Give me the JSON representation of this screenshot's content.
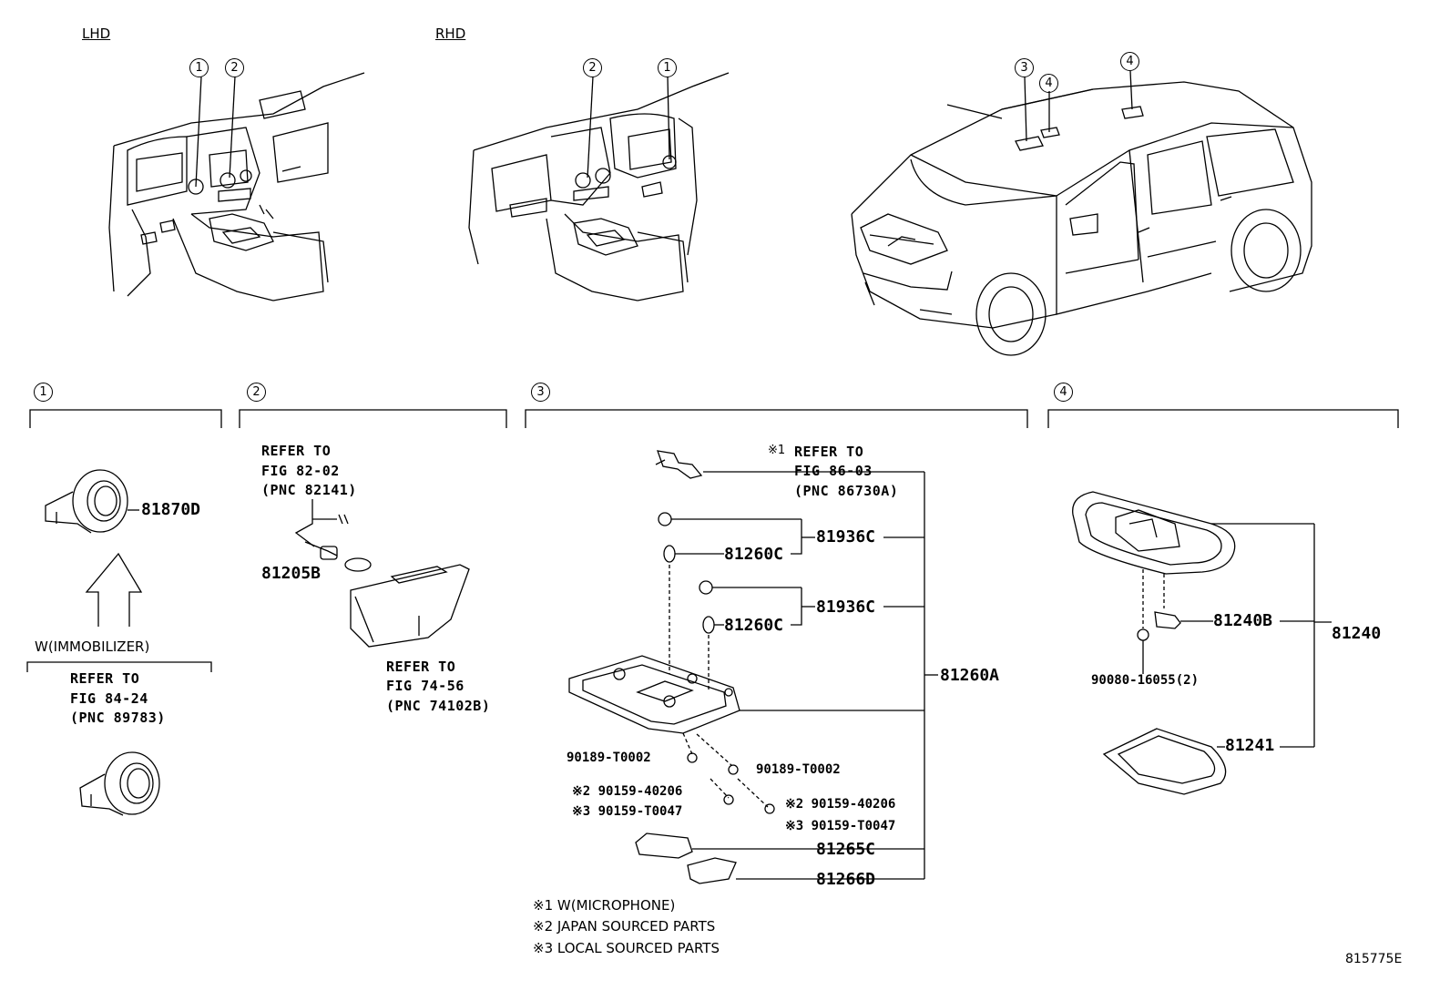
{
  "headers": {
    "lhd": "LHD",
    "rhd": "RHD"
  },
  "markers": [
    "1",
    "2",
    "3",
    "4"
  ],
  "sections": {
    "s1": {
      "number": "1",
      "part_81870D": "81870D",
      "condition": "W(IMMOBILIZER)",
      "refer": [
        "REFER TO",
        "FIG 84-24",
        "(PNC 89783)"
      ]
    },
    "s2": {
      "number": "2",
      "refer_top": [
        "REFER TO",
        "FIG 82-02",
        "(PNC 82141)"
      ],
      "part_81205B": "81205B",
      "refer_bottom": [
        "REFER TO",
        "FIG 74-56",
        "(PNC 74102B)"
      ]
    },
    "s3": {
      "number": "3",
      "refer_mark": "※1",
      "refer": [
        "REFER TO",
        "FIG 86-03",
        "(PNC 86730A)"
      ],
      "parts": {
        "p81936C_a": "81936C",
        "p81260C_a": "81260C",
        "p81936C_b": "81936C",
        "p81260C_b": "81260C",
        "p81260A": "81260A",
        "p90189_left": "90189-T0002",
        "p90189_right": "90189-T0002",
        "p90159_40206_left": "※2 90159-40206",
        "p90159_T0047_left": "※3 90159-T0047",
        "p90159_40206_right": "※2 90159-40206",
        "p90159_T0047_right": "※3 90159-T0047",
        "p81265C": "81265C",
        "p81266D": "81266D"
      },
      "notes": [
        "※1 W(MICROPHONE)",
        "※2 JAPAN SOURCED PARTS",
        "※3 LOCAL SOURCED PARTS"
      ]
    },
    "s4": {
      "number": "4",
      "parts": {
        "p81240B": "81240B",
        "p81240": "81240",
        "p90080": "90080-16055(2)",
        "p81241": "81241"
      }
    }
  },
  "figure_id": "815775E"
}
